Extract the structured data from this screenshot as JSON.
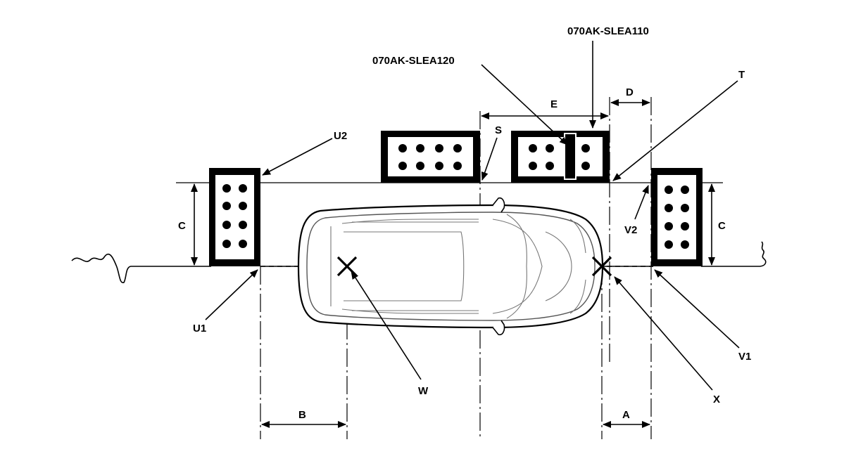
{
  "labels": {
    "part_110": "070AK-SLEA110",
    "part_120": "070AK-SLEA120",
    "T": "T",
    "S": "S",
    "E": "E",
    "D": "D",
    "U2": "U2",
    "C_left": "C",
    "C_right": "C",
    "V2": "V2",
    "U1": "U1",
    "V1": "V1",
    "W": "W",
    "X": "X",
    "B": "B",
    "A": "A"
  }
}
